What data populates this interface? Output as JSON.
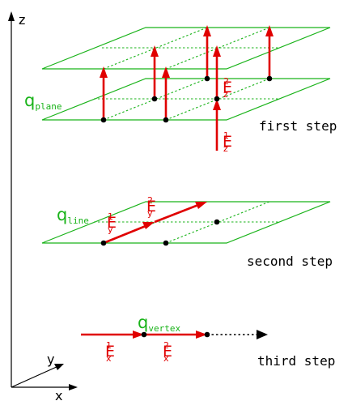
{
  "axes": {
    "z_label": "z",
    "y_label": "y",
    "x_label": "x"
  },
  "steps": {
    "first": "first step",
    "second": "second step",
    "third": "third step"
  },
  "labels": {
    "q_plane": {
      "main": "q",
      "sub": "plane"
    },
    "q_line": {
      "main": "q",
      "sub": "line"
    },
    "q_vertex": {
      "main": "q",
      "sub": "vertex"
    }
  },
  "vectors": {
    "ez1": {
      "main": "E",
      "sub": "z",
      "sup": "1"
    },
    "ez2": {
      "main": "E",
      "sub": "z",
      "sup": "2"
    },
    "ey1": {
      "main": "E",
      "sub": "y",
      "sup": "1"
    },
    "ey2": {
      "main": "E",
      "sub": "y",
      "sup": "2"
    },
    "ex1": {
      "main": "E",
      "sub": "x",
      "sup": "1"
    },
    "ex2": {
      "main": "E",
      "sub": "x",
      "sup": "2"
    }
  },
  "colors": {
    "plane_green": "#19b319",
    "vector_red": "#e00000",
    "axis_black": "#000000"
  }
}
